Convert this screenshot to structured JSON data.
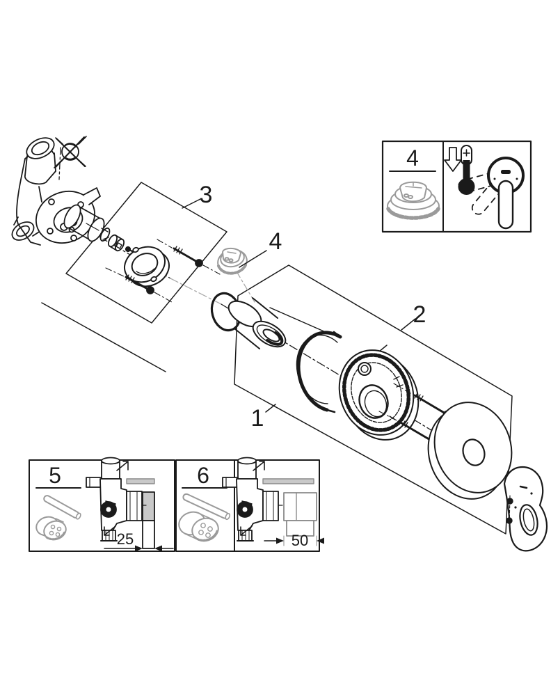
{
  "colors": {
    "line": "#1a1a1a",
    "part_grey": "#9a9a9a",
    "fill_grey": "#c9c9c9",
    "wall_grey": "#8a8a8a",
    "background": "#ffffff"
  },
  "main_diagram": {
    "description_icons": [
      "crossed-out-cap-icon"
    ],
    "callouts": {
      "one": "1",
      "two": "2",
      "three": "3",
      "four": "4"
    }
  },
  "inset_temperature": {
    "label": "4",
    "icons": [
      "temperature-limiter-cap-icon",
      "arrow-down-icon",
      "thermometer-icon",
      "lever-rotation-icon"
    ]
  },
  "inset_depth_short": {
    "label": "5",
    "dimension_mm": "25"
  },
  "inset_depth_long": {
    "label": "6",
    "dimension_mm": "50"
  }
}
